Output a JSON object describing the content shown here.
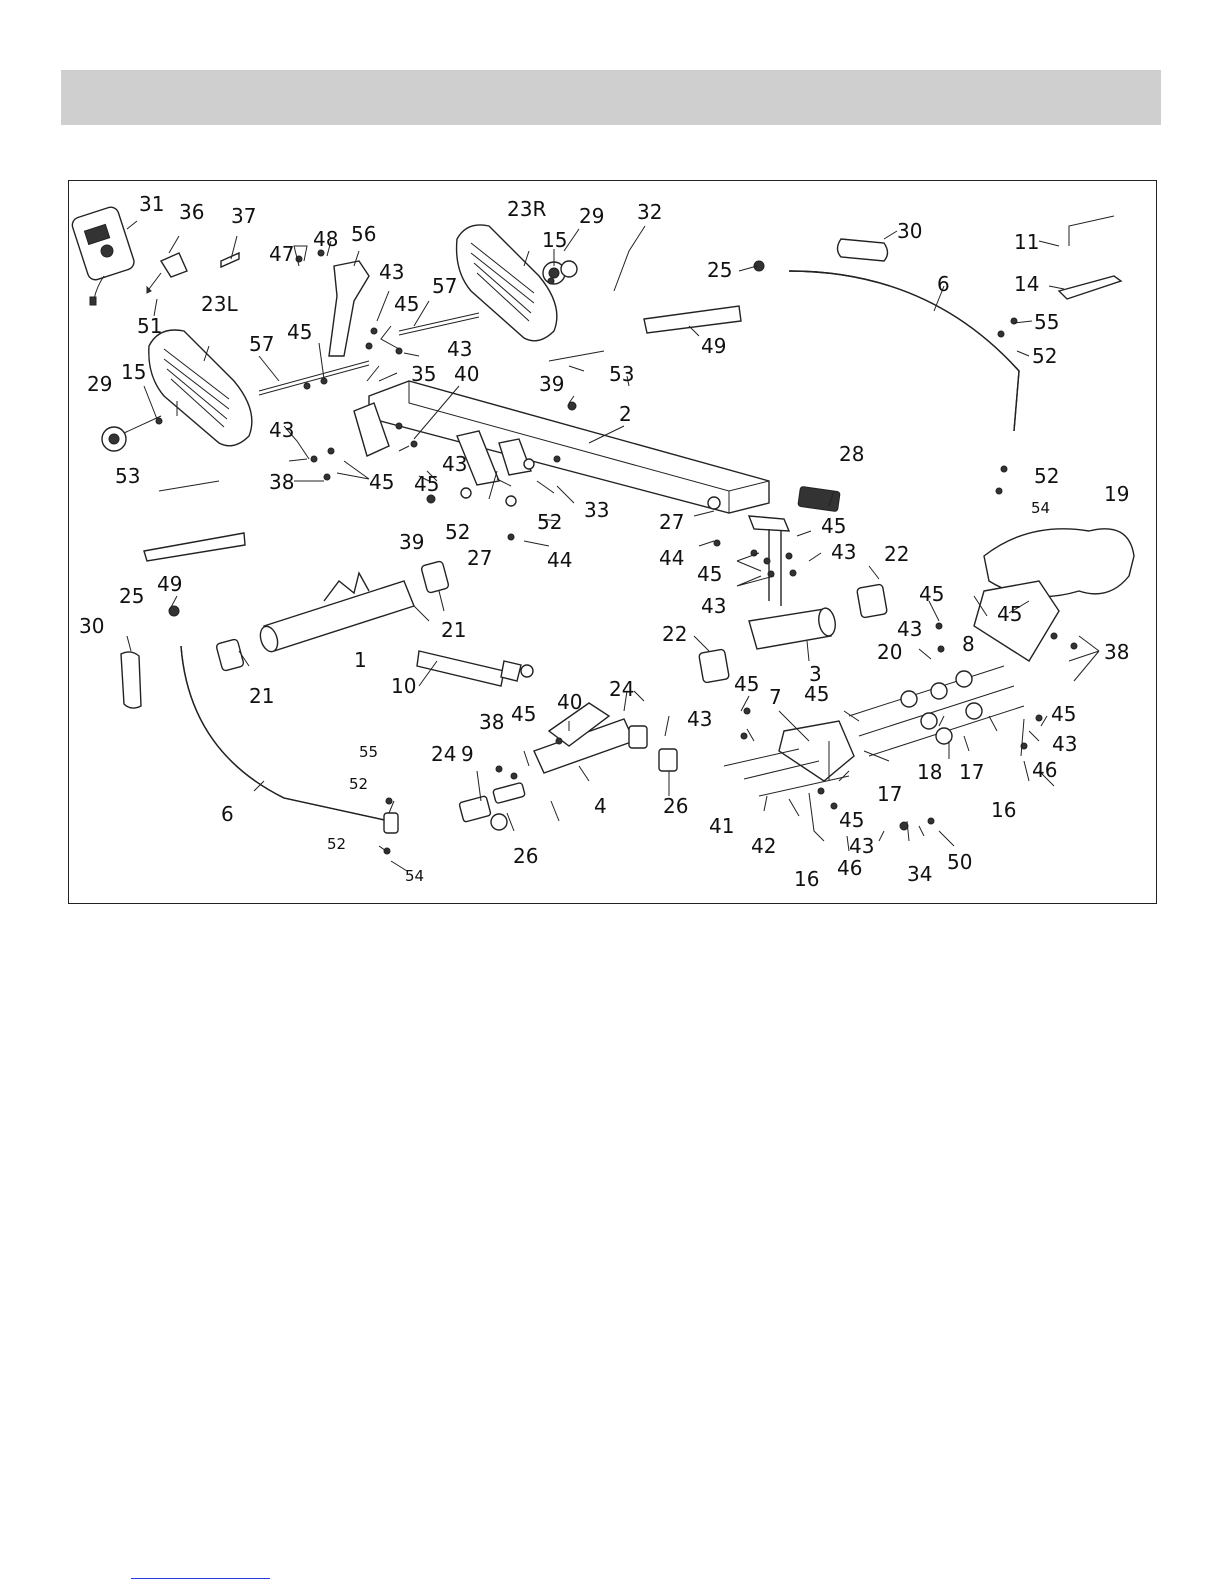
{
  "header": {
    "band_color": "#cfcfcf"
  },
  "diagram": {
    "labels": {
      "l31": "31",
      "l36": "36",
      "l37": "37",
      "l51": "51",
      "l47": "47",
      "l48": "48",
      "l56": "56",
      "l43a": "43",
      "l45a": "45",
      "l57a": "57",
      "l23r": "23R",
      "l15a": "15",
      "l29a": "29",
      "l32": "32",
      "l25a": "25",
      "l30a": "30",
      "l6a": "6",
      "l11": "11",
      "l14": "14",
      "l55a": "55",
      "l52a": "52",
      "l49a": "49",
      "l53a": "53",
      "l23l": "23L",
      "l57b": "57",
      "l45b": "45",
      "l43b": "43",
      "l35": "35",
      "l40a": "40",
      "l29b": "29",
      "l15b": "15",
      "l39a": "39",
      "l2": "2",
      "l43c": "43",
      "l38a": "38",
      "l45c": "45",
      "l43d": "43",
      "l52b": "52",
      "l54a": "54",
      "l19": "19",
      "l53b": "53",
      "l39b": "39",
      "l52c": "52",
      "l52d": "52",
      "l33": "33",
      "l27a": "27",
      "l28": "28",
      "l45d": "45",
      "l27b": "27",
      "l44a": "44",
      "l44b": "44",
      "l45e": "45",
      "l43e": "43",
      "l43f": "43",
      "l22a": "22",
      "l49b": "49",
      "l25b": "25",
      "l30b": "30",
      "l21a": "21",
      "l21b": "21",
      "l1": "1",
      "l10": "10",
      "l22b": "22",
      "l3": "3",
      "l45f": "45",
      "l43g": "43",
      "l8": "8",
      "l45g": "45",
      "l38b": "38",
      "l20": "20",
      "l45h": "45",
      "l45i": "45",
      "l43h": "43",
      "l7": "7",
      "l45j": "45",
      "l24a": "24",
      "l40b": "40",
      "l38c": "38",
      "l45k": "45",
      "l9": "9",
      "l24b": "24",
      "l4": "4",
      "l26a": "26",
      "l26b": "26",
      "l6b": "6",
      "l55b": "55",
      "l52e": "52",
      "l52f": "52",
      "l54b": "54",
      "l41": "41",
      "l42": "42",
      "l45l": "45",
      "l43i": "43",
      "l18": "18",
      "l17a": "17",
      "l17b": "17",
      "l45m": "45",
      "l46a": "46",
      "l16a": "16",
      "l16b": "16",
      "l46b": "46",
      "l34": "34",
      "l50": "50",
      "l43j": "43"
    }
  }
}
